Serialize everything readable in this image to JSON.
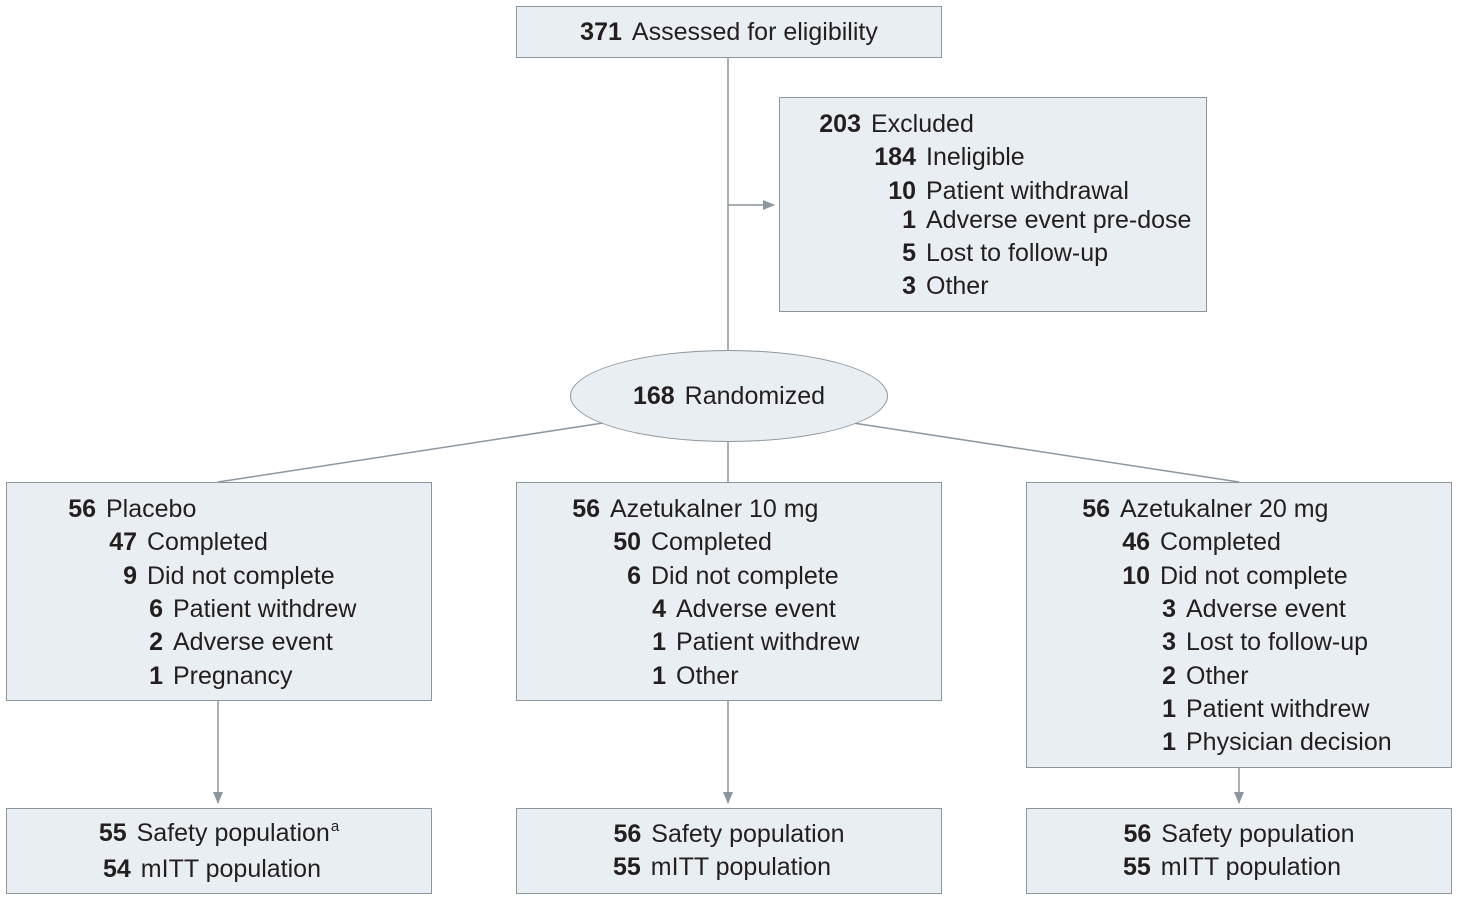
{
  "assessed": {
    "n": "371",
    "label": "Assessed for eligibility"
  },
  "excluded": {
    "n": "203",
    "label": "Excluded",
    "items": [
      {
        "n": "184",
        "label": "Ineligible"
      },
      {
        "n": "10",
        "label": "Patient withdrawal"
      },
      {
        "n": "1",
        "label": "Adverse event pre-dose"
      },
      {
        "n": "5",
        "label": "Lost to follow-up"
      },
      {
        "n": "3",
        "label": "Other"
      }
    ]
  },
  "randomized": {
    "n": "168",
    "label": "Randomized"
  },
  "arms": [
    {
      "n": "56",
      "label": "Placebo",
      "completed": {
        "n": "47",
        "label": "Completed"
      },
      "not_completed": {
        "n": "9",
        "label": "Did not complete"
      },
      "reasons": [
        {
          "n": "6",
          "label": "Patient withdrew"
        },
        {
          "n": "2",
          "label": "Adverse event"
        },
        {
          "n": "1",
          "label": "Pregnancy"
        }
      ],
      "safety": {
        "n": "55",
        "label": "Safety population",
        "footnote": "a"
      },
      "mitt": {
        "n": "54",
        "label": "mITT population"
      }
    },
    {
      "n": "56",
      "label": "Azetukalner 10 mg",
      "completed": {
        "n": "50",
        "label": "Completed"
      },
      "not_completed": {
        "n": "6",
        "label": "Did not complete"
      },
      "reasons": [
        {
          "n": "4",
          "label": "Adverse event"
        },
        {
          "n": "1",
          "label": "Patient withdrew"
        },
        {
          "n": "1",
          "label": "Other"
        }
      ],
      "safety": {
        "n": "56",
        "label": "Safety population"
      },
      "mitt": {
        "n": "55",
        "label": "mITT population"
      }
    },
    {
      "n": "56",
      "label": "Azetukalner 20 mg",
      "completed": {
        "n": "46",
        "label": "Completed"
      },
      "not_completed": {
        "n": "10",
        "label": "Did not complete"
      },
      "reasons": [
        {
          "n": "3",
          "label": "Adverse event"
        },
        {
          "n": "3",
          "label": "Lost to follow-up"
        },
        {
          "n": "2",
          "label": "Other"
        },
        {
          "n": "1",
          "label": "Patient withdrew"
        },
        {
          "n": "1",
          "label": "Physician decision"
        }
      ],
      "safety": {
        "n": "56",
        "label": "Safety population"
      },
      "mitt": {
        "n": "55",
        "label": "mITT population"
      }
    }
  ],
  "colors": {
    "box_fill": "#e9eef2",
    "box_border": "#8c969e",
    "line": "#8c969e",
    "text": "#231f20"
  }
}
